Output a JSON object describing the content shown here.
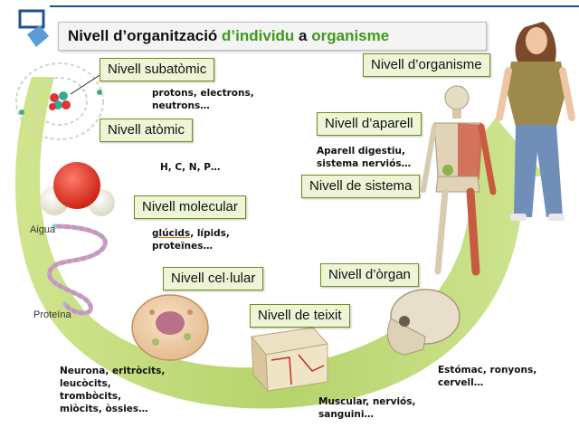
{
  "title": {
    "part1": "Nivell d’organització ",
    "part2": "d’individu",
    "part3": " a ",
    "part4": "organisme"
  },
  "levels": {
    "subatomic": "Nivell subatòmic",
    "atomic": "Nivell atòmic",
    "molecular": "Nivell molecular",
    "cellular": "Nivell cel·lular",
    "tissue": "Nivell de teixit",
    "organ": "Nivell d’òrgan",
    "system": "Nivell de sistema",
    "apparatus": "Nivell d’aparell",
    "organism": "Nivell d’organisme"
  },
  "descriptions": {
    "subatomic": "protons, electrons,\nneutrons…",
    "atomic": "H, C, N, P…",
    "molecular_1": "glúcids",
    "molecular_2": ", lípids,\nproteïnes…",
    "cellular": "Neurona, eritròcits,\nleucòcits,\ntrombòcits,\nmiòcits, òssies…",
    "tissue": "Muscular, nerviós,\nsanguini…",
    "organ": "Estómac, ronyons,\ncervell…",
    "apparatus": "Aparell digestiu,\nsistema nerviós…"
  },
  "captions": {
    "water": "Aigua",
    "protein": "Proteïna"
  },
  "colors": {
    "arrow": "#a8cc52",
    "label_border": "#6f8f1c",
    "title_green": "#3d9a1c",
    "accent_blue": "#1f4e9a"
  },
  "icons": [
    "logo-icon",
    "atom-icon",
    "water-molecule-icon",
    "protein-chain-icon",
    "cell-icon",
    "tissue-block-icon",
    "skull-icon",
    "skeleton-icon",
    "woman-figure-icon"
  ]
}
